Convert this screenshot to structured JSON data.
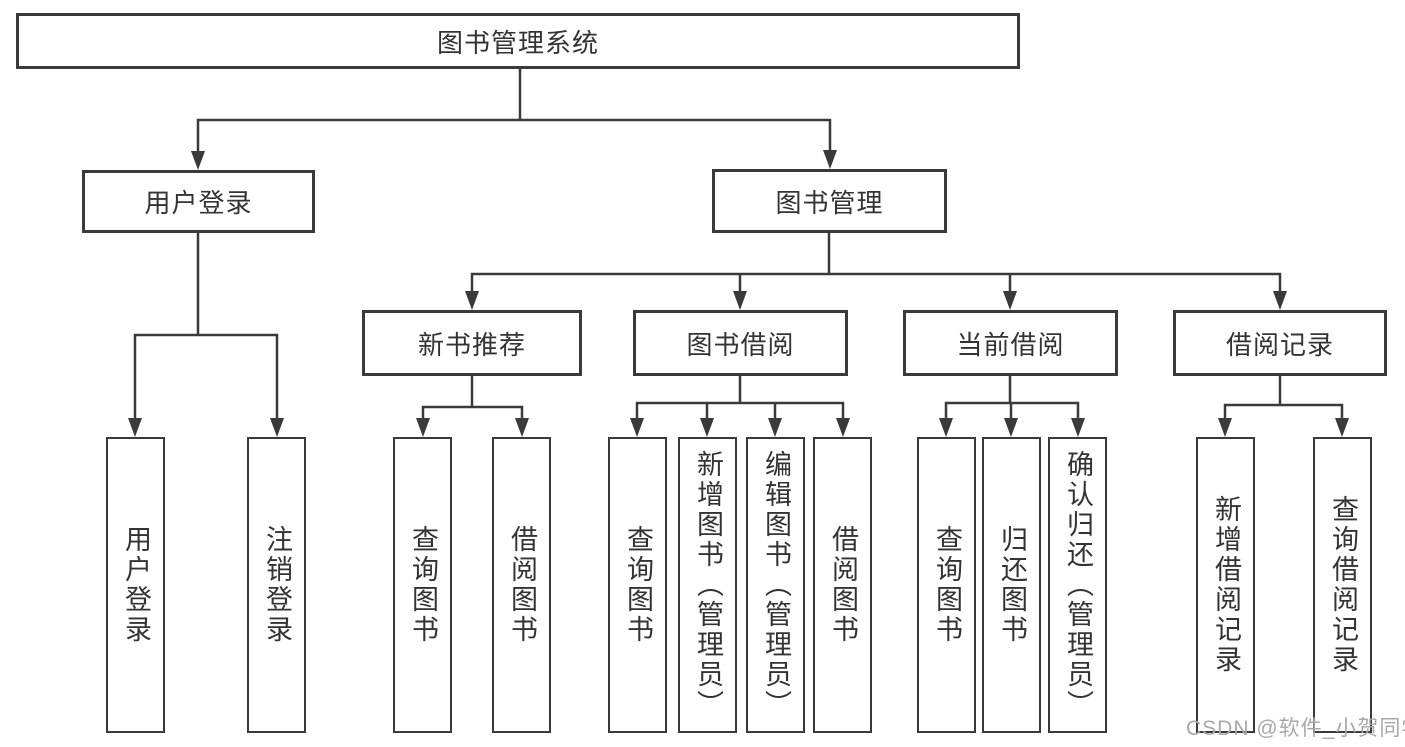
{
  "diagram": {
    "root": "图书管理系统",
    "level2": [
      "用户登录",
      "图书管理"
    ],
    "level3": [
      "新书推荐",
      "图书借阅",
      "当前借阅",
      "借阅记录"
    ],
    "leaves": {
      "user_login": [
        "用户登录",
        "注销登录"
      ],
      "new_book_recommend": [
        "查询图书",
        "借阅图书"
      ],
      "book_borrow": [
        "查询图书",
        "新增图书（管理员）",
        "编辑图书（管理员）",
        "借阅图书"
      ],
      "current_borrow": [
        "查询图书",
        "归还图书",
        "确认归还（管理员）"
      ],
      "borrow_record": [
        "新增借阅记录",
        "查询借阅记录"
      ]
    }
  },
  "watermark": "CSDN @软件_小贺同学",
  "colors": {
    "line": "#3a3a3a",
    "box_border": "#3a3a3a",
    "text": "#333333",
    "watermark": "#a8a8a8",
    "background": "#ffffff"
  }
}
